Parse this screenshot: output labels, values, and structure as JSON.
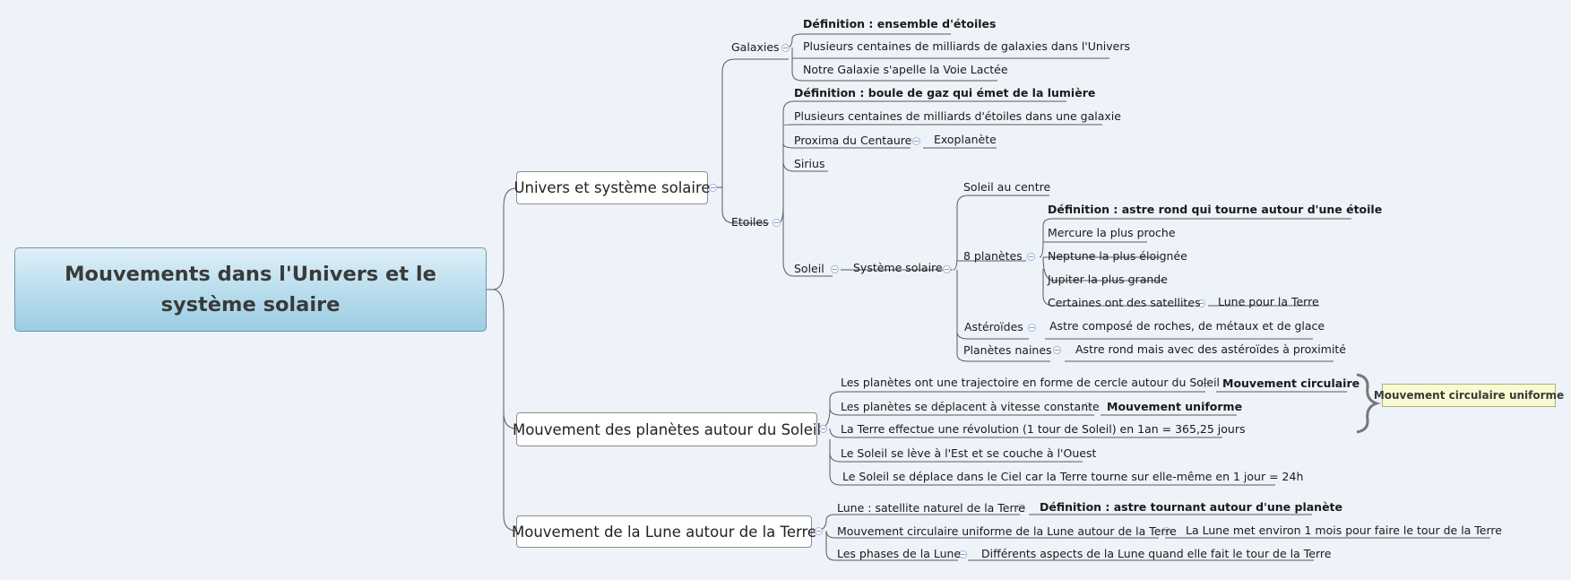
{
  "central": "Mouvements dans l'Univers et le système solaire",
  "b1": "Univers et système solaire",
  "b2": "Mouvement des planètes autour du Soleil",
  "b3": "Mouvement de la Lune autour de la Terre",
  "galaxies": "Galaxies",
  "gal1": "Définition : ensemble d'étoiles",
  "gal2": "Plusieurs centaines de milliards de galaxies dans l'Univers",
  "gal3": "Notre Galaxie s'apelle la Voie Lactée",
  "etoiles": "Etoiles",
  "et1": "Définition : boule de gaz qui émet de la lumière",
  "et2": "Plusieurs centaines de milliards d'étoiles dans une galaxie",
  "proxima": "Proxima du Centaure",
  "exoplanete": "Exoplanète",
  "sirius": "Sirius",
  "soleil": "Soleil",
  "systeme": "Système solaire",
  "soleil_centre": "Soleil au centre",
  "huit": "8 planètes",
  "pl1": "Définition : astre rond qui tourne autour d'une étoile",
  "pl2": "Mercure la plus proche",
  "pl3": "Neptune la plus éloignée",
  "pl4": "Jupiter la plus grande",
  "pl5": "Certaines ont des satellites",
  "lune_terre": "Lune pour la Terre",
  "asteroides": "Astéroïdes",
  "ast_def": "Astre composé de roches, de métaux et de glace",
  "naines": "Planètes naines",
  "naines_def": "Astre rond mais avec des astéroïdes à proximité",
  "m1": "Les planètes ont une trajectoire en forme de cercle autour du Soleil",
  "m1b": "Mouvement circulaire",
  "m2": "Les planètes se déplacent à vitesse constante",
  "m2b": "Mouvement uniforme",
  "m3": "La Terre effectue une révolution (1 tour de Soleil) en 1an = 365,25 jours",
  "m4": "Le Soleil se lève à l'Est et se couche à l'Ouest",
  "m5": "Le Soleil se déplace dans le Ciel car la Terre tourne sur elle-même en 1 jour = 24h",
  "note": "Mouvement circulaire uniforme",
  "l1": "Lune : satellite naturel de la Terre",
  "l1b": "Définition : astre tournant autour d'une planète",
  "l2": "Mouvement circulaire uniforme de la Lune autour de la Terre",
  "l2b": "La Lune met environ 1 mois pour faire le tour de la Terre",
  "l3": "Les phases de la Lune",
  "l3b": "Différents aspects de la Lune quand elle fait le tour de la Terre"
}
